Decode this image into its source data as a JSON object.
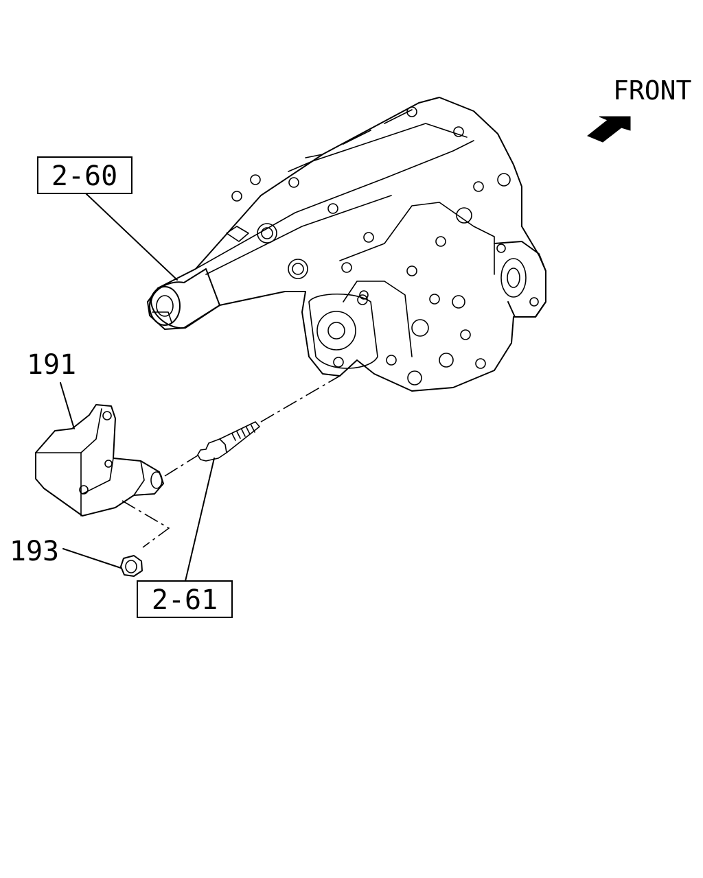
{
  "orientation": {
    "label": "FRONT"
  },
  "callouts": {
    "transfer_case": "2-60",
    "stud": "2-61",
    "bracket": "191",
    "nut": "193"
  },
  "colors": {
    "line": "#000000",
    "background": "#ffffff"
  }
}
